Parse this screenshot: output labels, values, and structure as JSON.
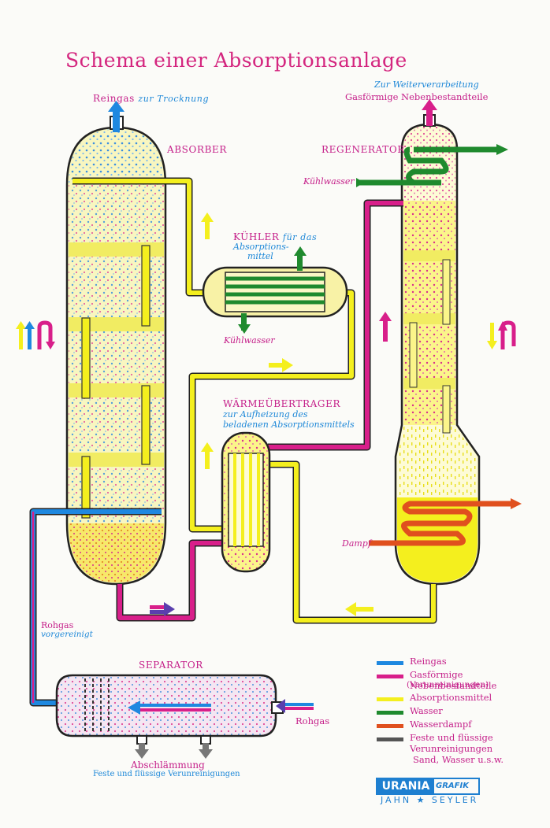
{
  "title": "Schema einer Absorptionsanlage",
  "labels": {
    "reingas": "Reingas",
    "zur_trocknung": "zur Trocknung",
    "absorber": "ABSORBER",
    "zur_weiterverarbeitung": "Zur Weiterverarbeitung",
    "gasfoermige_top": "Gasförmige Nebenbestandteile",
    "regenerator": "REGENERATOR",
    "kuehlwasser_reg": "Kühlwasser",
    "kuehler": "KÜHLER",
    "fuer_das": "für das",
    "absorptions": "Absorptions-",
    "mittel": "mittel",
    "kuehlwasser_k": "Kühlwasser",
    "waermeuebertrager": "WÄRMEÜBERTRAGER",
    "zur_aufheizung": "zur Aufheizung des",
    "beladenen": "beladenen Absorptionsmittels",
    "dampf": "Dampf",
    "rohgas_side": "Rohgas",
    "vorgereinigt": "vorgereinigt",
    "separator": "SEPARATOR",
    "rohgas_in": "Rohgas",
    "abschlaemmung": "Abschlämmung",
    "feste_fluessige": "Feste und flüssige Verunreinigungen"
  },
  "legend": [
    {
      "text": "Reingas",
      "color": "#1e88e0"
    },
    {
      "text": "Gasförmige Nebenbestandteile",
      "text2": "(Verunreinigungen)",
      "color": "#d81f8a"
    },
    {
      "text": "Absorptionsmittel",
      "color": "#f4ef1e"
    },
    {
      "text": "Wasser",
      "color": "#1f8a2e"
    },
    {
      "text": "Wasserdampf",
      "color": "#e0501e"
    },
    {
      "text": "Feste und flüssige",
      "text2": "Verunreinigungen",
      "text3": "Sand, Wasser u.s.w.",
      "color": "#555555"
    }
  ],
  "logo": {
    "brand": "URANIA",
    "sub": "GRAFIK",
    "publisher": "JAHN ★ SEYLER"
  },
  "colors": {
    "blue": "#1e88e0",
    "magenta": "#d81f8a",
    "yellow": "#f4ef1e",
    "green": "#1f8a2e",
    "orange": "#e0501e",
    "grey": "#555555"
  }
}
